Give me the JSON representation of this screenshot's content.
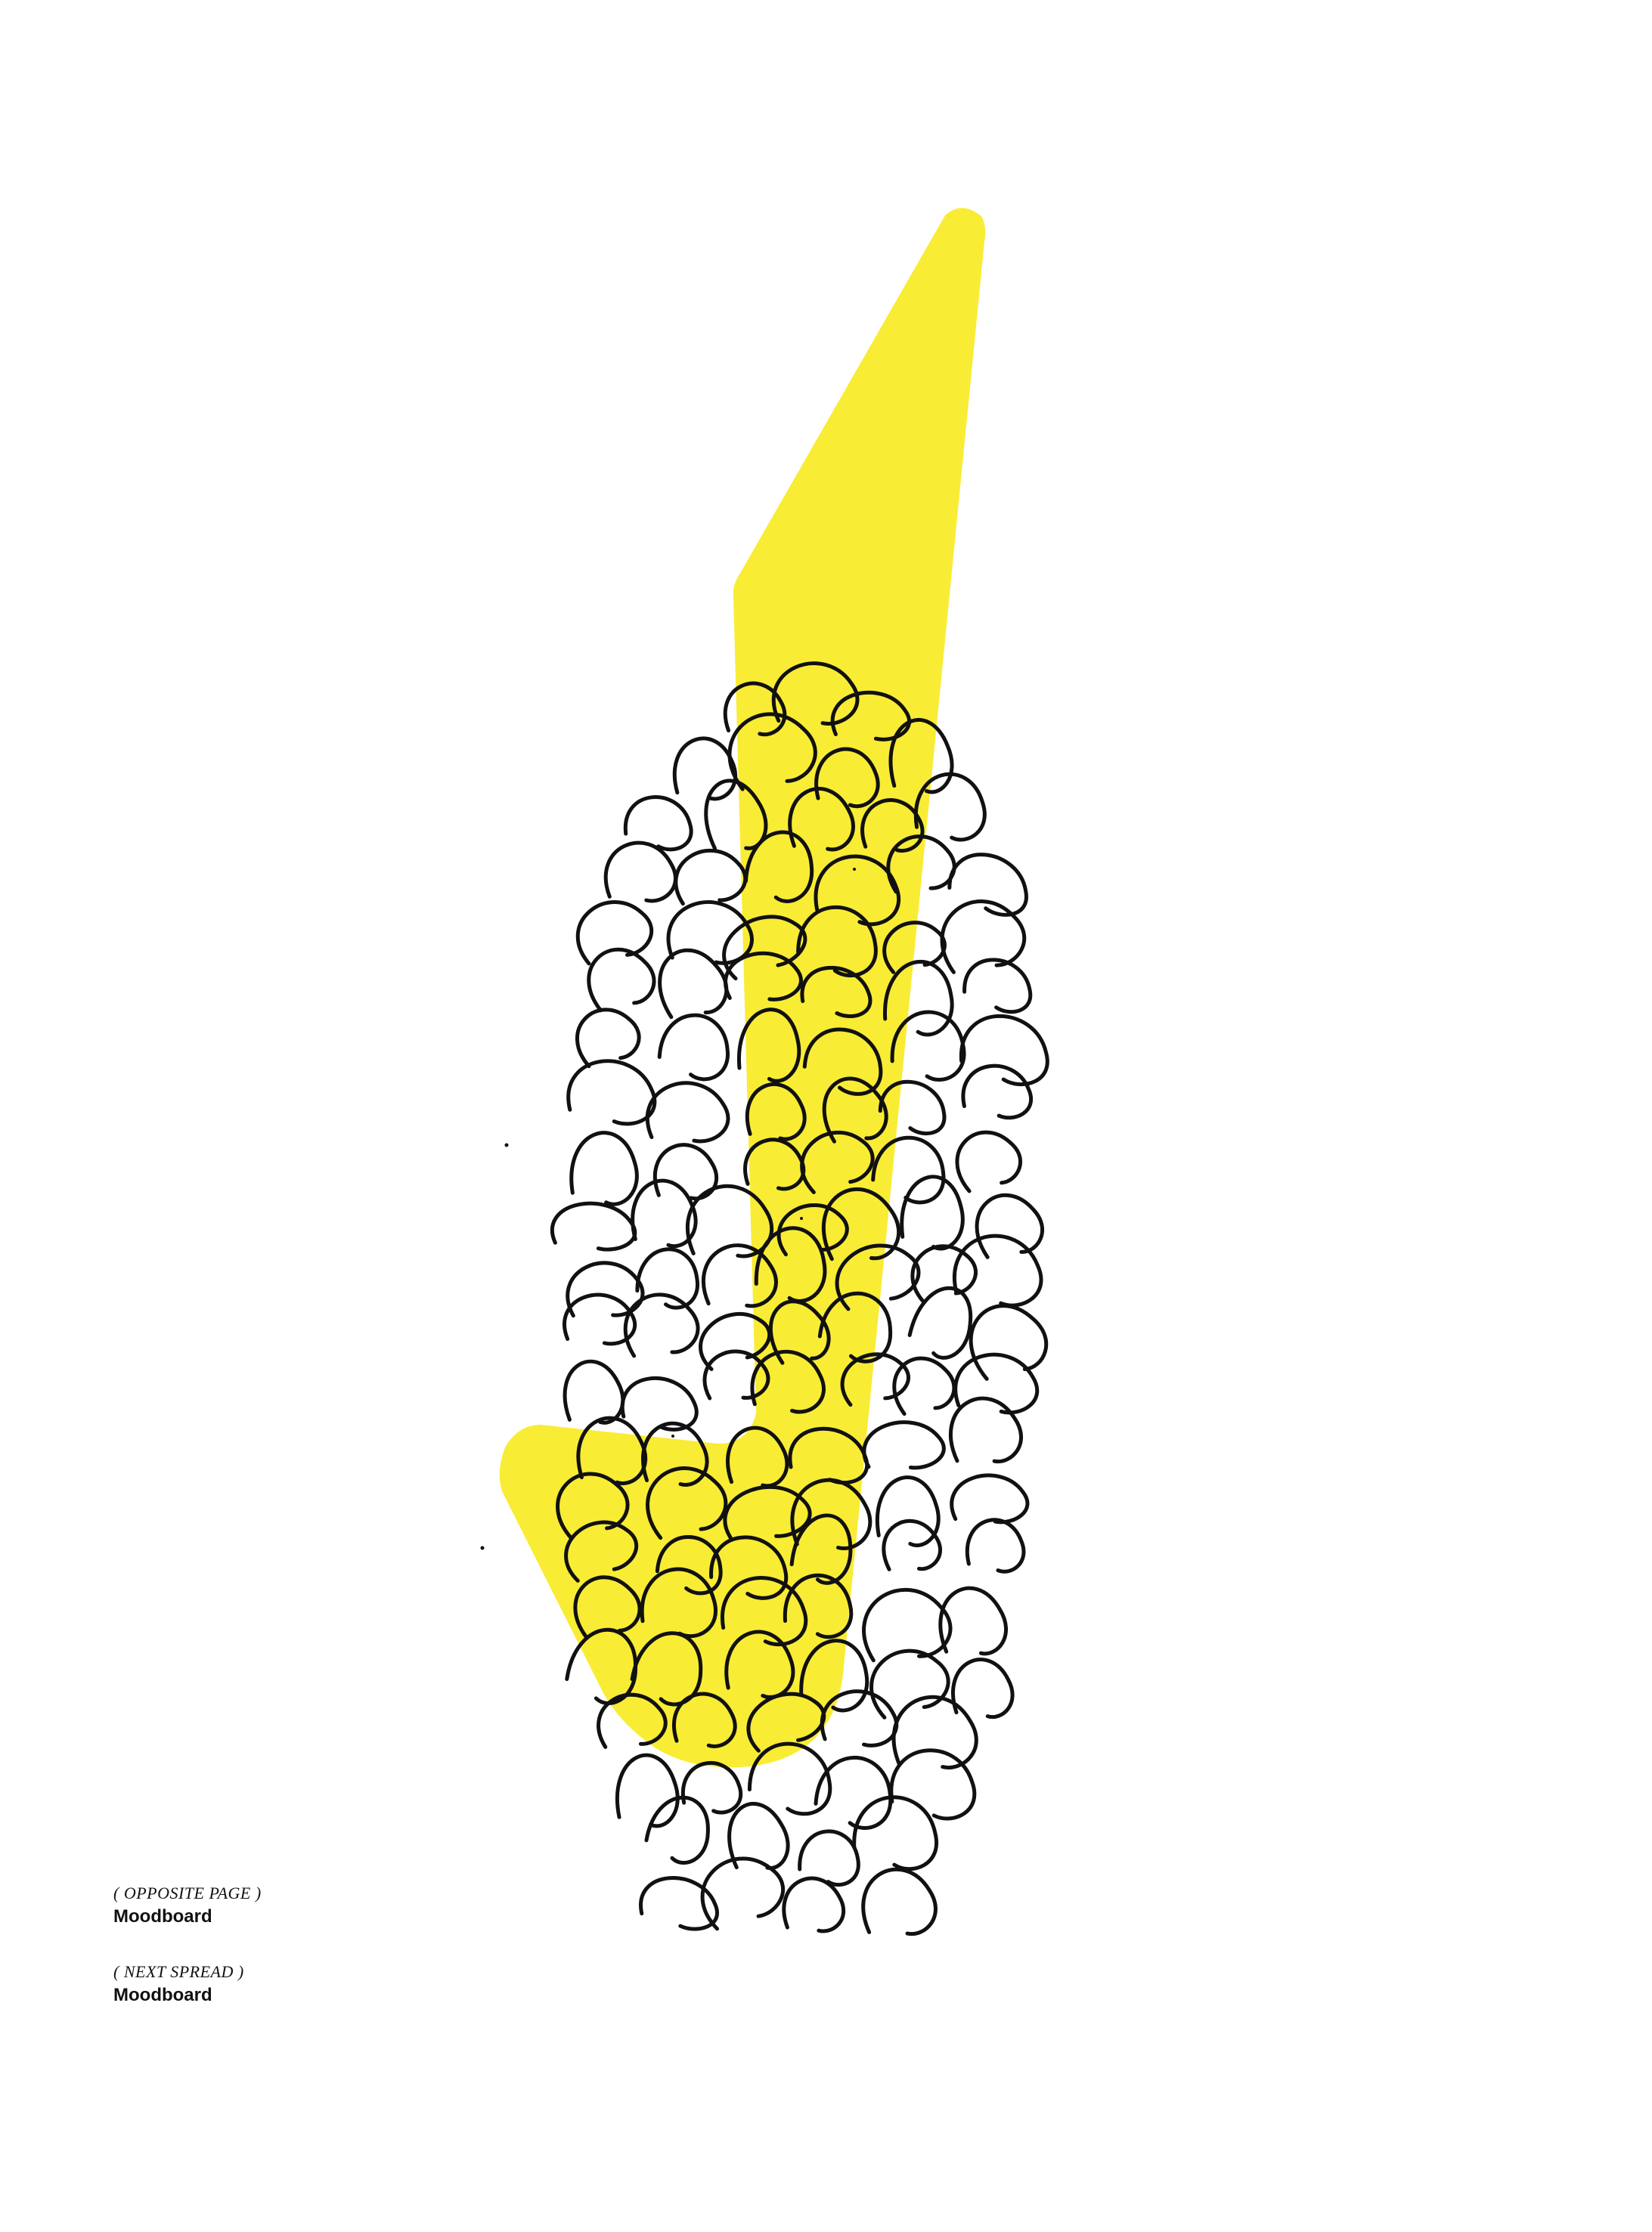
{
  "colors": {
    "background": "#ffffff",
    "accent_yellow": "#f9ec35",
    "ink": "#111111"
  },
  "illustration": {
    "icon": "yellow-letter-j-with-scribbled-petals-icon"
  },
  "captions": [
    {
      "kicker": "( OPPOSITE PAGE )",
      "title": "Moodboard"
    },
    {
      "kicker": "( NEXT SPREAD )",
      "title": "Moodboard"
    }
  ]
}
